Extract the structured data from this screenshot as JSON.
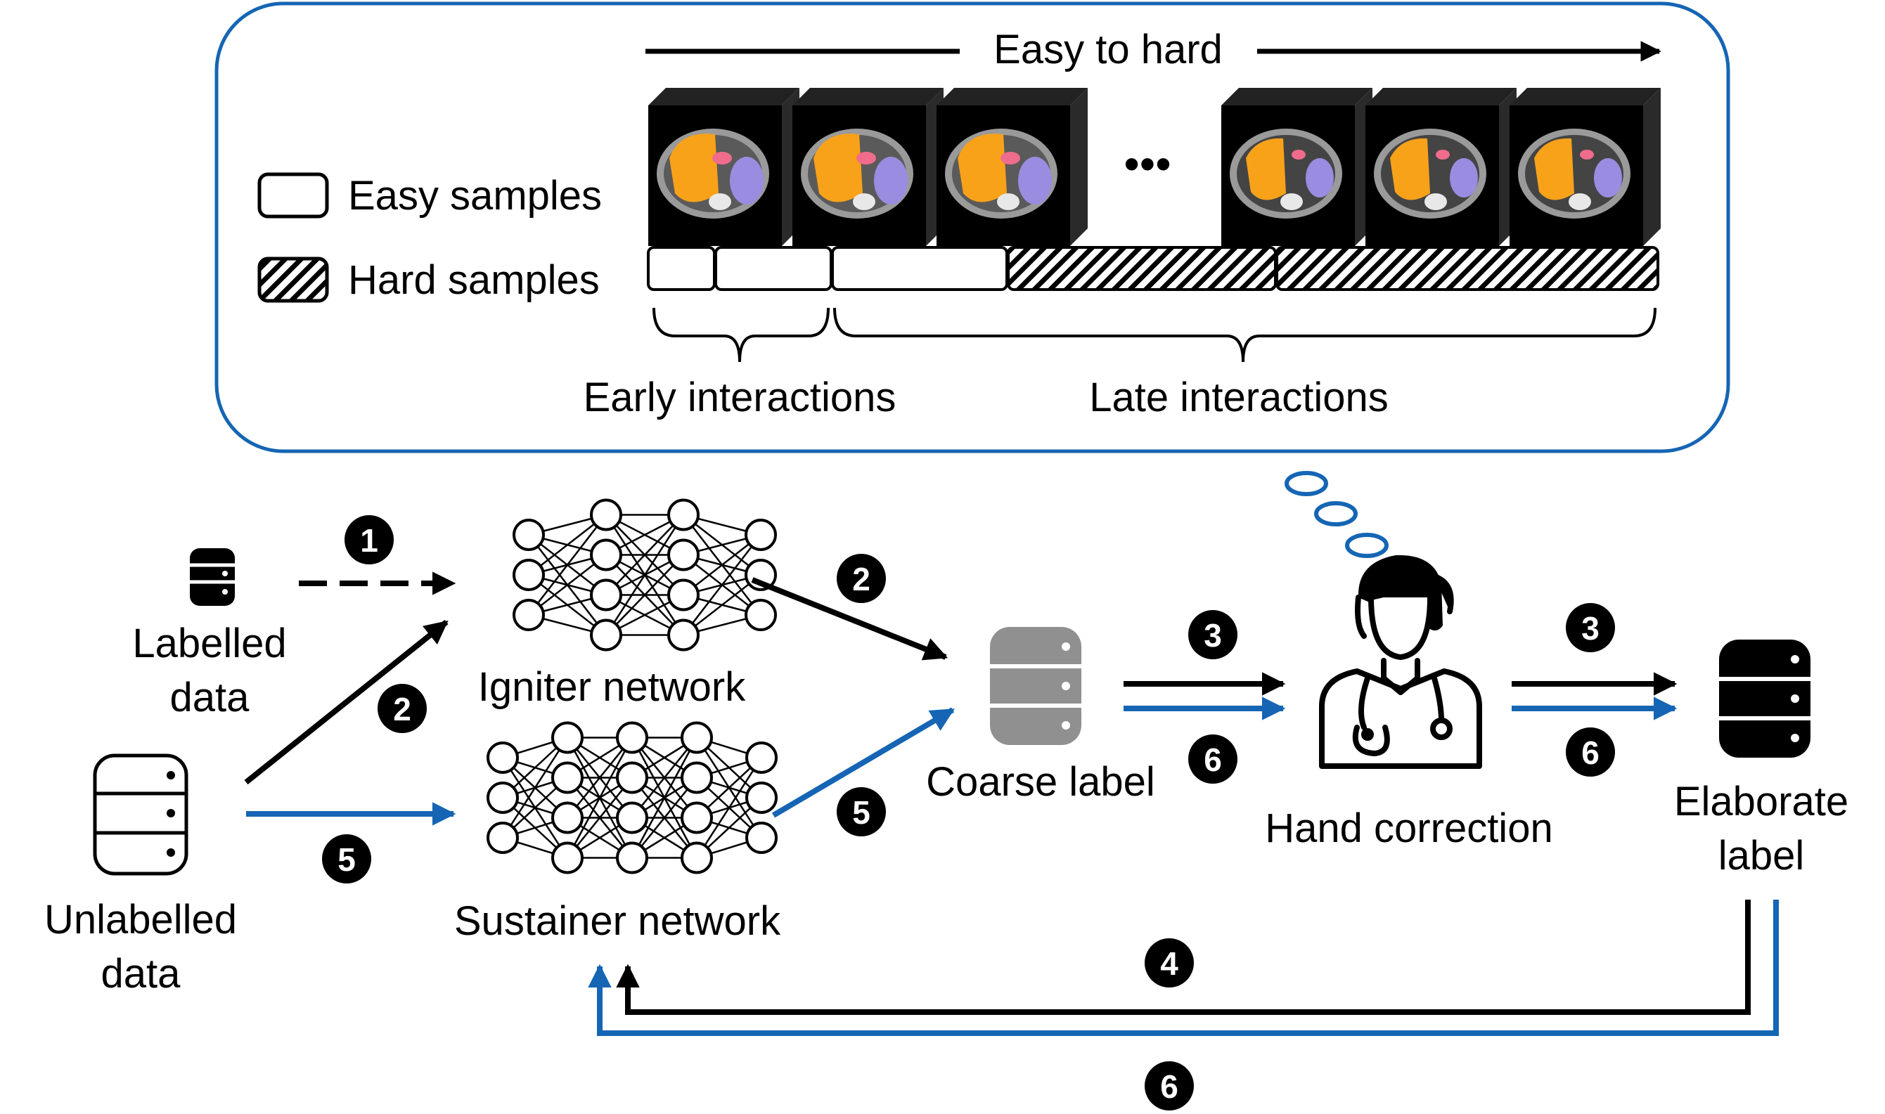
{
  "colors": {
    "accent_blue": "#1565b4",
    "black": "#000000",
    "coarse_gray": "#909090",
    "liver_orange": "#f8a21a",
    "spleen_purple": "#9a8ce0",
    "pink": "#f06c8c"
  },
  "top_panel": {
    "axis_label": "Easy to hard",
    "legend": {
      "easy": "Easy samples",
      "hard": "Hard samples"
    },
    "ellipsis": "•••",
    "bracket_labels": {
      "early": "Early interactions",
      "late": "Late interactions"
    },
    "sample_blocks": [
      "easy",
      "easy",
      "easy",
      "hard",
      "hard"
    ]
  },
  "nodes": {
    "labelled": [
      "Labelled",
      "data"
    ],
    "unlabelled": [
      "Unlabelled",
      "data"
    ],
    "igniter": "Igniter network",
    "sustainer": "Sustainer network",
    "coarse": "Coarse label",
    "hand": "Hand correction",
    "elaborate": [
      "Elaborate",
      "label"
    ]
  },
  "steps": {
    "s1": "1",
    "s2": "2",
    "s3": "3",
    "s4": "4",
    "s5": "5",
    "s6": "6"
  },
  "icons": {
    "labelled_db": "database-icon",
    "unlabelled_db": "database-outline-icon",
    "coarse_db": "database-gray-icon",
    "elaborate_db": "database-icon",
    "igniter_net": "neural-network-icon",
    "sustainer_net": "neural-network-icon",
    "doctor": "doctor-icon",
    "thought": "thought-bubble-icon"
  }
}
